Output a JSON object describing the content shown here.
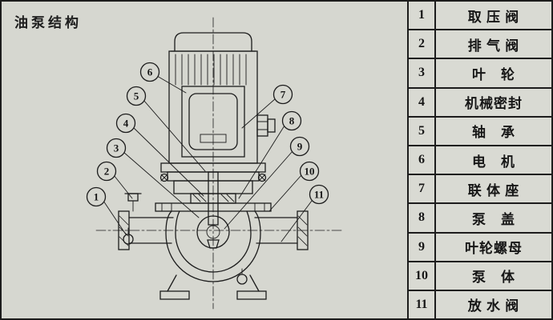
{
  "title": "油泵结构",
  "colors": {
    "bg": "#d6d7d0",
    "line": "#1c1c1c",
    "tbl": "#d9dad3"
  },
  "table": {
    "rows": [
      {
        "no": "1",
        "name": "取 压 阀"
      },
      {
        "no": "2",
        "name": "排 气 阀"
      },
      {
        "no": "3",
        "name": "叶　轮"
      },
      {
        "no": "4",
        "name": "机械密封"
      },
      {
        "no": "5",
        "name": "轴　承"
      },
      {
        "no": "6",
        "name": "电　机"
      },
      {
        "no": "7",
        "name": "联 体 座"
      },
      {
        "no": "8",
        "name": "泵　盖"
      },
      {
        "no": "9",
        "name": "叶轮螺母"
      },
      {
        "no": "10",
        "name": "泵　体"
      },
      {
        "no": "11",
        "name": "放 水 阀"
      }
    ]
  }
}
